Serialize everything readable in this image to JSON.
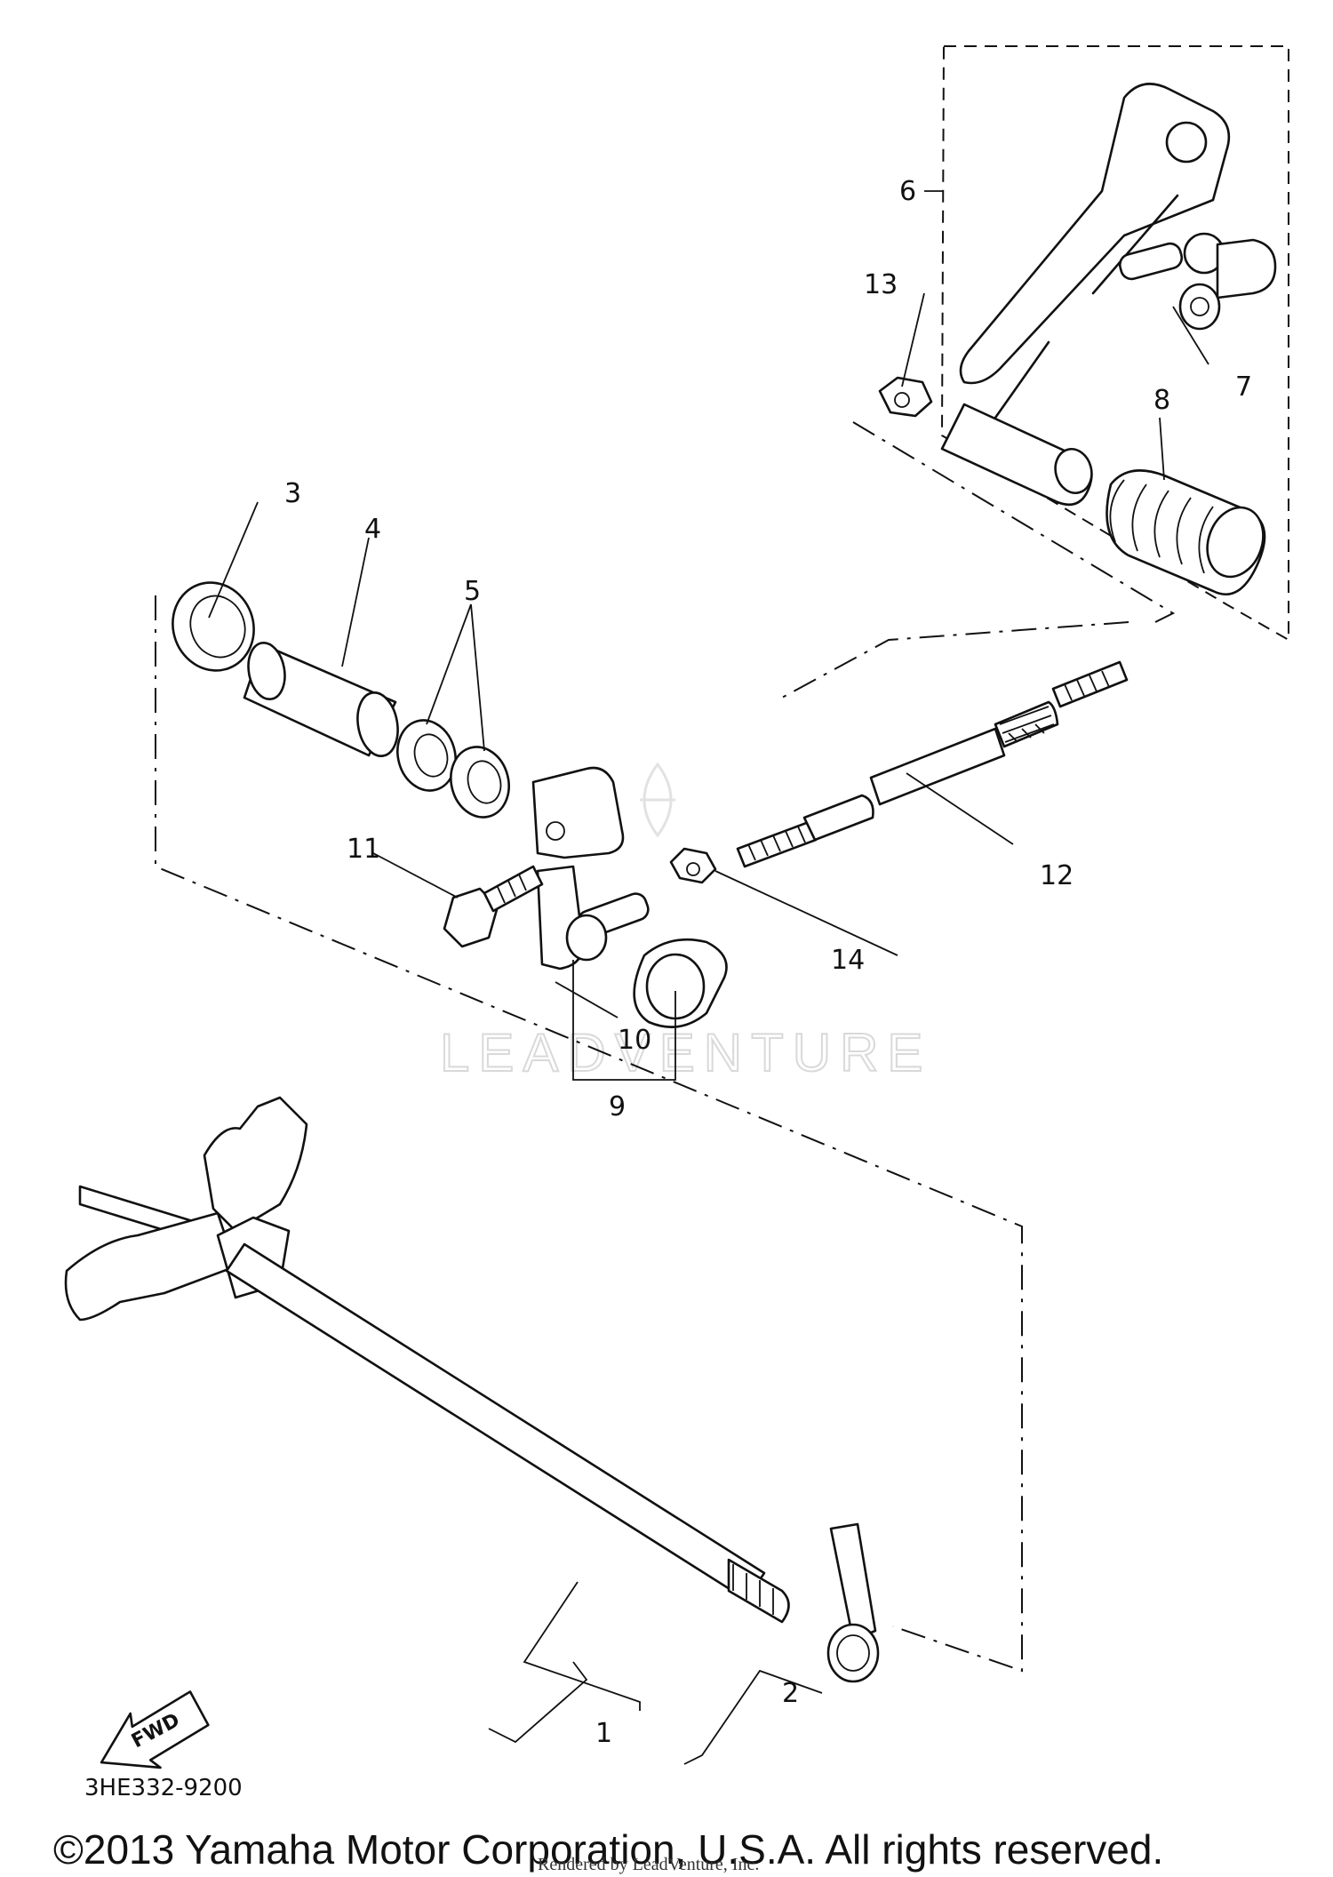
{
  "diagram": {
    "callouts": {
      "p1": "1",
      "p2": "2",
      "p3": "3",
      "p4": "4",
      "p5": "5",
      "p6": "6",
      "p7": "7",
      "p8": "8",
      "p9": "9",
      "p10": "10",
      "p11": "11",
      "p12": "12",
      "p13": "13",
      "p14": "14"
    },
    "fwd_label": "FWD",
    "diagram_code": "3HE332-9200",
    "watermark_text": "LEADVENTURE",
    "copyright": "©2013 Yamaha Motor Corporation, U.S.A. All rights reserved.",
    "rendered_by": "Rendered by LeadVenture, Inc."
  }
}
